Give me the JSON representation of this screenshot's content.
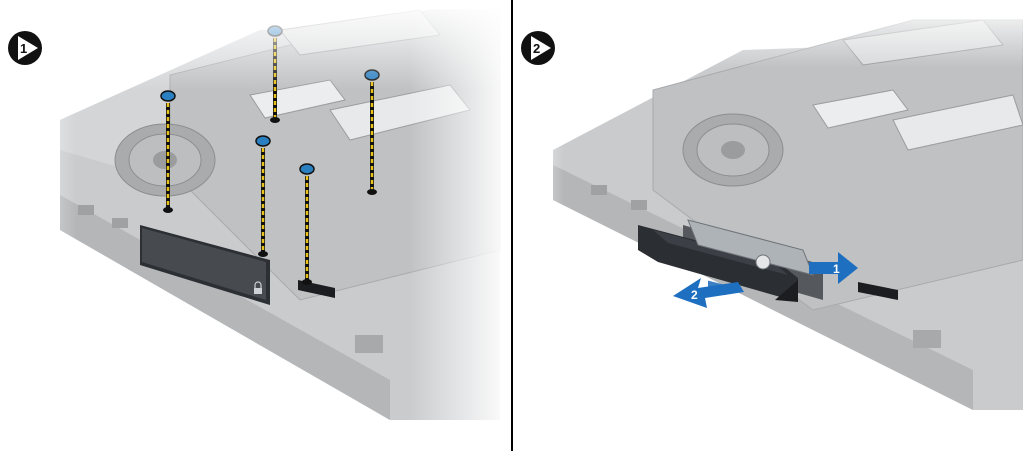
{
  "steps": [
    {
      "number": "1"
    },
    {
      "number": "2"
    }
  ],
  "arrows": [
    {
      "number": "1"
    },
    {
      "number": "2"
    }
  ],
  "colors": {
    "badge": "#111111",
    "chassis": "#c6c8ca",
    "screw_head": "#2a7fc1",
    "screw_line": "#e8c21a",
    "arrow": "#1f6fc0",
    "divider": "#000000"
  },
  "icons": [
    "step-badge-icon",
    "screw-icon",
    "lock-icon",
    "slide-arrow-icon",
    "fan-icon",
    "hard-drive-icon"
  ]
}
